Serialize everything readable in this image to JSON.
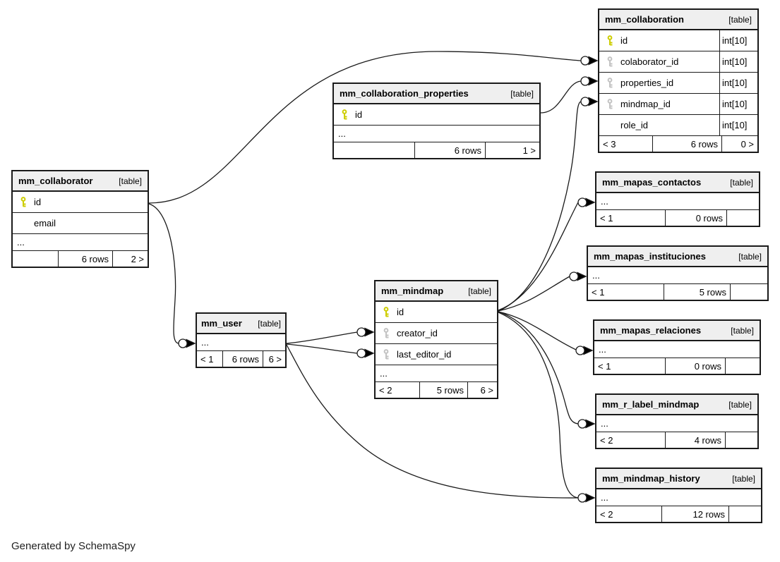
{
  "credit": "Generated by SchemaSpy",
  "badge": "[table]",
  "tables": [
    {
      "name": "mm_collaboration",
      "badge": "[table]",
      "columns": [
        {
          "name": "id",
          "type": "int[10]",
          "key": "primary"
        },
        {
          "name": "colaborator_id",
          "type": "int[10]",
          "key": "foreign"
        },
        {
          "name": "properties_id",
          "type": "int[10]",
          "key": "foreign"
        },
        {
          "name": "mindmap_id",
          "type": "int[10]",
          "key": "foreign"
        },
        {
          "name": "role_id",
          "type": "int[10]",
          "key": "none"
        }
      ],
      "footer": {
        "left": "< 3",
        "rows": "6 rows",
        "right": "0 >"
      }
    },
    {
      "name": "mm_collaboration_properties",
      "badge": "[table]",
      "columns": [
        {
          "name": "id",
          "type": "",
          "key": "primary"
        }
      ],
      "ellipsis": "...",
      "footer": {
        "left": "",
        "rows": "6 rows",
        "right": "1 >"
      }
    },
    {
      "name": "mm_collaborator",
      "badge": "[table]",
      "columns": [
        {
          "name": "id",
          "type": "",
          "key": "primary"
        },
        {
          "name": "email",
          "type": "",
          "key": "none"
        }
      ],
      "ellipsis": "...",
      "footer": {
        "left": "",
        "rows": "6 rows",
        "right": "2 >"
      }
    },
    {
      "name": "mm_user",
      "badge": "[table]",
      "columns": [],
      "ellipsis": "...",
      "footer": {
        "left": "< 1",
        "rows": "6 rows",
        "right": "6 >"
      }
    },
    {
      "name": "mm_mindmap",
      "badge": "[table]",
      "columns": [
        {
          "name": "id",
          "type": "",
          "key": "primary"
        },
        {
          "name": "creator_id",
          "type": "",
          "key": "foreign"
        },
        {
          "name": "last_editor_id",
          "type": "",
          "key": "foreign"
        }
      ],
      "ellipsis": "...",
      "footer": {
        "left": "< 2",
        "rows": "5 rows",
        "right": "6 >"
      }
    },
    {
      "name": "mm_mapas_contactos",
      "badge": "[table]",
      "columns": [],
      "ellipsis": "...",
      "footer": {
        "left": "< 1",
        "rows": "0 rows",
        "right": ""
      }
    },
    {
      "name": "mm_mapas_instituciones",
      "badge": "[table]",
      "columns": [],
      "ellipsis": "...",
      "footer": {
        "left": "< 1",
        "rows": "5 rows",
        "right": ""
      }
    },
    {
      "name": "mm_mapas_relaciones",
      "badge": "[table]",
      "columns": [],
      "ellipsis": "...",
      "footer": {
        "left": "< 1",
        "rows": "0 rows",
        "right": ""
      }
    },
    {
      "name": "mm_r_label_mindmap",
      "badge": "[table]",
      "columns": [],
      "ellipsis": "...",
      "footer": {
        "left": "< 2",
        "rows": "4 rows",
        "right": ""
      }
    },
    {
      "name": "mm_mindmap_history",
      "badge": "[table]",
      "columns": [],
      "ellipsis": "...",
      "footer": {
        "left": "< 2",
        "rows": "12 rows",
        "right": ""
      }
    }
  ],
  "relationships": [
    {
      "from": "mm_collaborator.id",
      "to": "mm_collaboration.colaborator_id"
    },
    {
      "from": "mm_collaboration_properties.id",
      "to": "mm_collaboration.properties_id"
    },
    {
      "from": "mm_mindmap.id",
      "to": "mm_collaboration.mindmap_id"
    },
    {
      "from": "mm_collaborator.id",
      "to": "mm_user"
    },
    {
      "from": "mm_user",
      "to": "mm_mindmap.creator_id"
    },
    {
      "from": "mm_user",
      "to": "mm_mindmap.last_editor_id"
    },
    {
      "from": "mm_mindmap.id",
      "to": "mm_mapas_contactos"
    },
    {
      "from": "mm_mindmap.id",
      "to": "mm_mapas_instituciones"
    },
    {
      "from": "mm_mindmap.id",
      "to": "mm_mapas_relaciones"
    },
    {
      "from": "mm_mindmap.id",
      "to": "mm_r_label_mindmap"
    },
    {
      "from": "mm_mindmap.id",
      "to": "mm_mindmap_history"
    },
    {
      "from": "mm_user",
      "to": "mm_mindmap_history"
    }
  ],
  "colors": {
    "pk_key": "#cdcd00",
    "fk_key": "#c3c3c3",
    "header_bg": "#efefef",
    "border": "#1a1a1a"
  }
}
